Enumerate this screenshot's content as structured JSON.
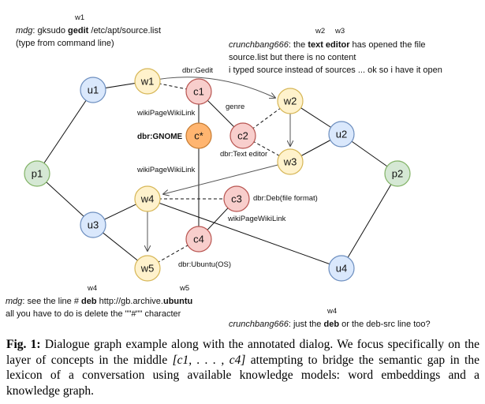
{
  "diagram": {
    "nodes": {
      "u1": {
        "label": "u1",
        "fill": "#dae8fc",
        "stroke": "#6c8ebf"
      },
      "u2": {
        "label": "u2",
        "fill": "#dae8fc",
        "stroke": "#6c8ebf"
      },
      "u3": {
        "label": "u3",
        "fill": "#dae8fc",
        "stroke": "#6c8ebf"
      },
      "u4": {
        "label": "u4",
        "fill": "#dae8fc",
        "stroke": "#6c8ebf"
      },
      "p1": {
        "label": "p1",
        "fill": "#d5e8d4",
        "stroke": "#82b366"
      },
      "p2": {
        "label": "p2",
        "fill": "#d5e8d4",
        "stroke": "#82b366"
      },
      "w1": {
        "label": "w1",
        "fill": "#fff2cc",
        "stroke": "#d6b656"
      },
      "w2": {
        "label": "w2",
        "fill": "#fff2cc",
        "stroke": "#d6b656"
      },
      "w3": {
        "label": "w3",
        "fill": "#fff2cc",
        "stroke": "#d6b656"
      },
      "w4": {
        "label": "w4",
        "fill": "#fff2cc",
        "stroke": "#d6b656"
      },
      "w5": {
        "label": "w5",
        "fill": "#fff2cc",
        "stroke": "#d6b656"
      },
      "c1": {
        "label": "c1",
        "fill": "#f8cecc",
        "stroke": "#b85450"
      },
      "c2": {
        "label": "c2",
        "fill": "#f8cecc",
        "stroke": "#b85450"
      },
      "c3": {
        "label": "c3",
        "fill": "#f8cecc",
        "stroke": "#b85450"
      },
      "c4": {
        "label": "c4",
        "fill": "#f8cecc",
        "stroke": "#b85450"
      },
      "cstar": {
        "label": "c*",
        "fill": "#ffb570",
        "stroke": "#c77c32"
      }
    },
    "edge_labels": {
      "gedit": "dbr:Gedit",
      "genre": "genre",
      "wiki1": "wikiPageWikiLink",
      "gnome": "dbr:GNOME",
      "texteditor": "dbr:Text editor",
      "wiki2": "wikiPageWikiLink",
      "deb": "dbr:Deb(file format)",
      "wiki3": "wikiPageWikiLink",
      "ubuntu": "dbr:Ubuntu(OS)"
    }
  },
  "annotations": {
    "a1": {
      "w_marker": "w1",
      "speaker": "mdg",
      "colon": ": gksudo ",
      "bold": "gedit",
      "rest": " /etc/apt/source.list",
      "line2": "(type from command line)"
    },
    "a2": {
      "w_marker_a": "w2",
      "w_marker_b": "w3",
      "speaker": "crunchbang666",
      "colon": ": the ",
      "bold": "text editor",
      "rest": " has opened the file",
      "line2": "source.list but there is no content",
      "line3": "i typed source instead of sources ... ok so i have it open"
    },
    "a3": {
      "w_marker_a": "w4",
      "w_marker_b": "w5",
      "speaker": "mdg",
      "colon": ": see the line  # ",
      "bold": "deb",
      "mid": " http://gb.archive.",
      "bold2": "ubuntu",
      "line2": "all you have to do is delete the \"\"#\"\" character"
    },
    "a4": {
      "w_marker": "w4",
      "speaker": "crunchbang666",
      "colon": ": just the ",
      "bold": "deb",
      "rest": " or the deb-src line too?"
    }
  },
  "caption": {
    "label": "Fig. 1:",
    "text_a": " Dialogue graph example along with the annotated dialog. We focus specifically on the layer of concepts in the middle ",
    "math": "[c1, . . . , c4]",
    "text_b": " attempting to bridge the semantic gap in the lexicon of a conversation using available knowledge models: word embeddings and a knowledge graph."
  }
}
